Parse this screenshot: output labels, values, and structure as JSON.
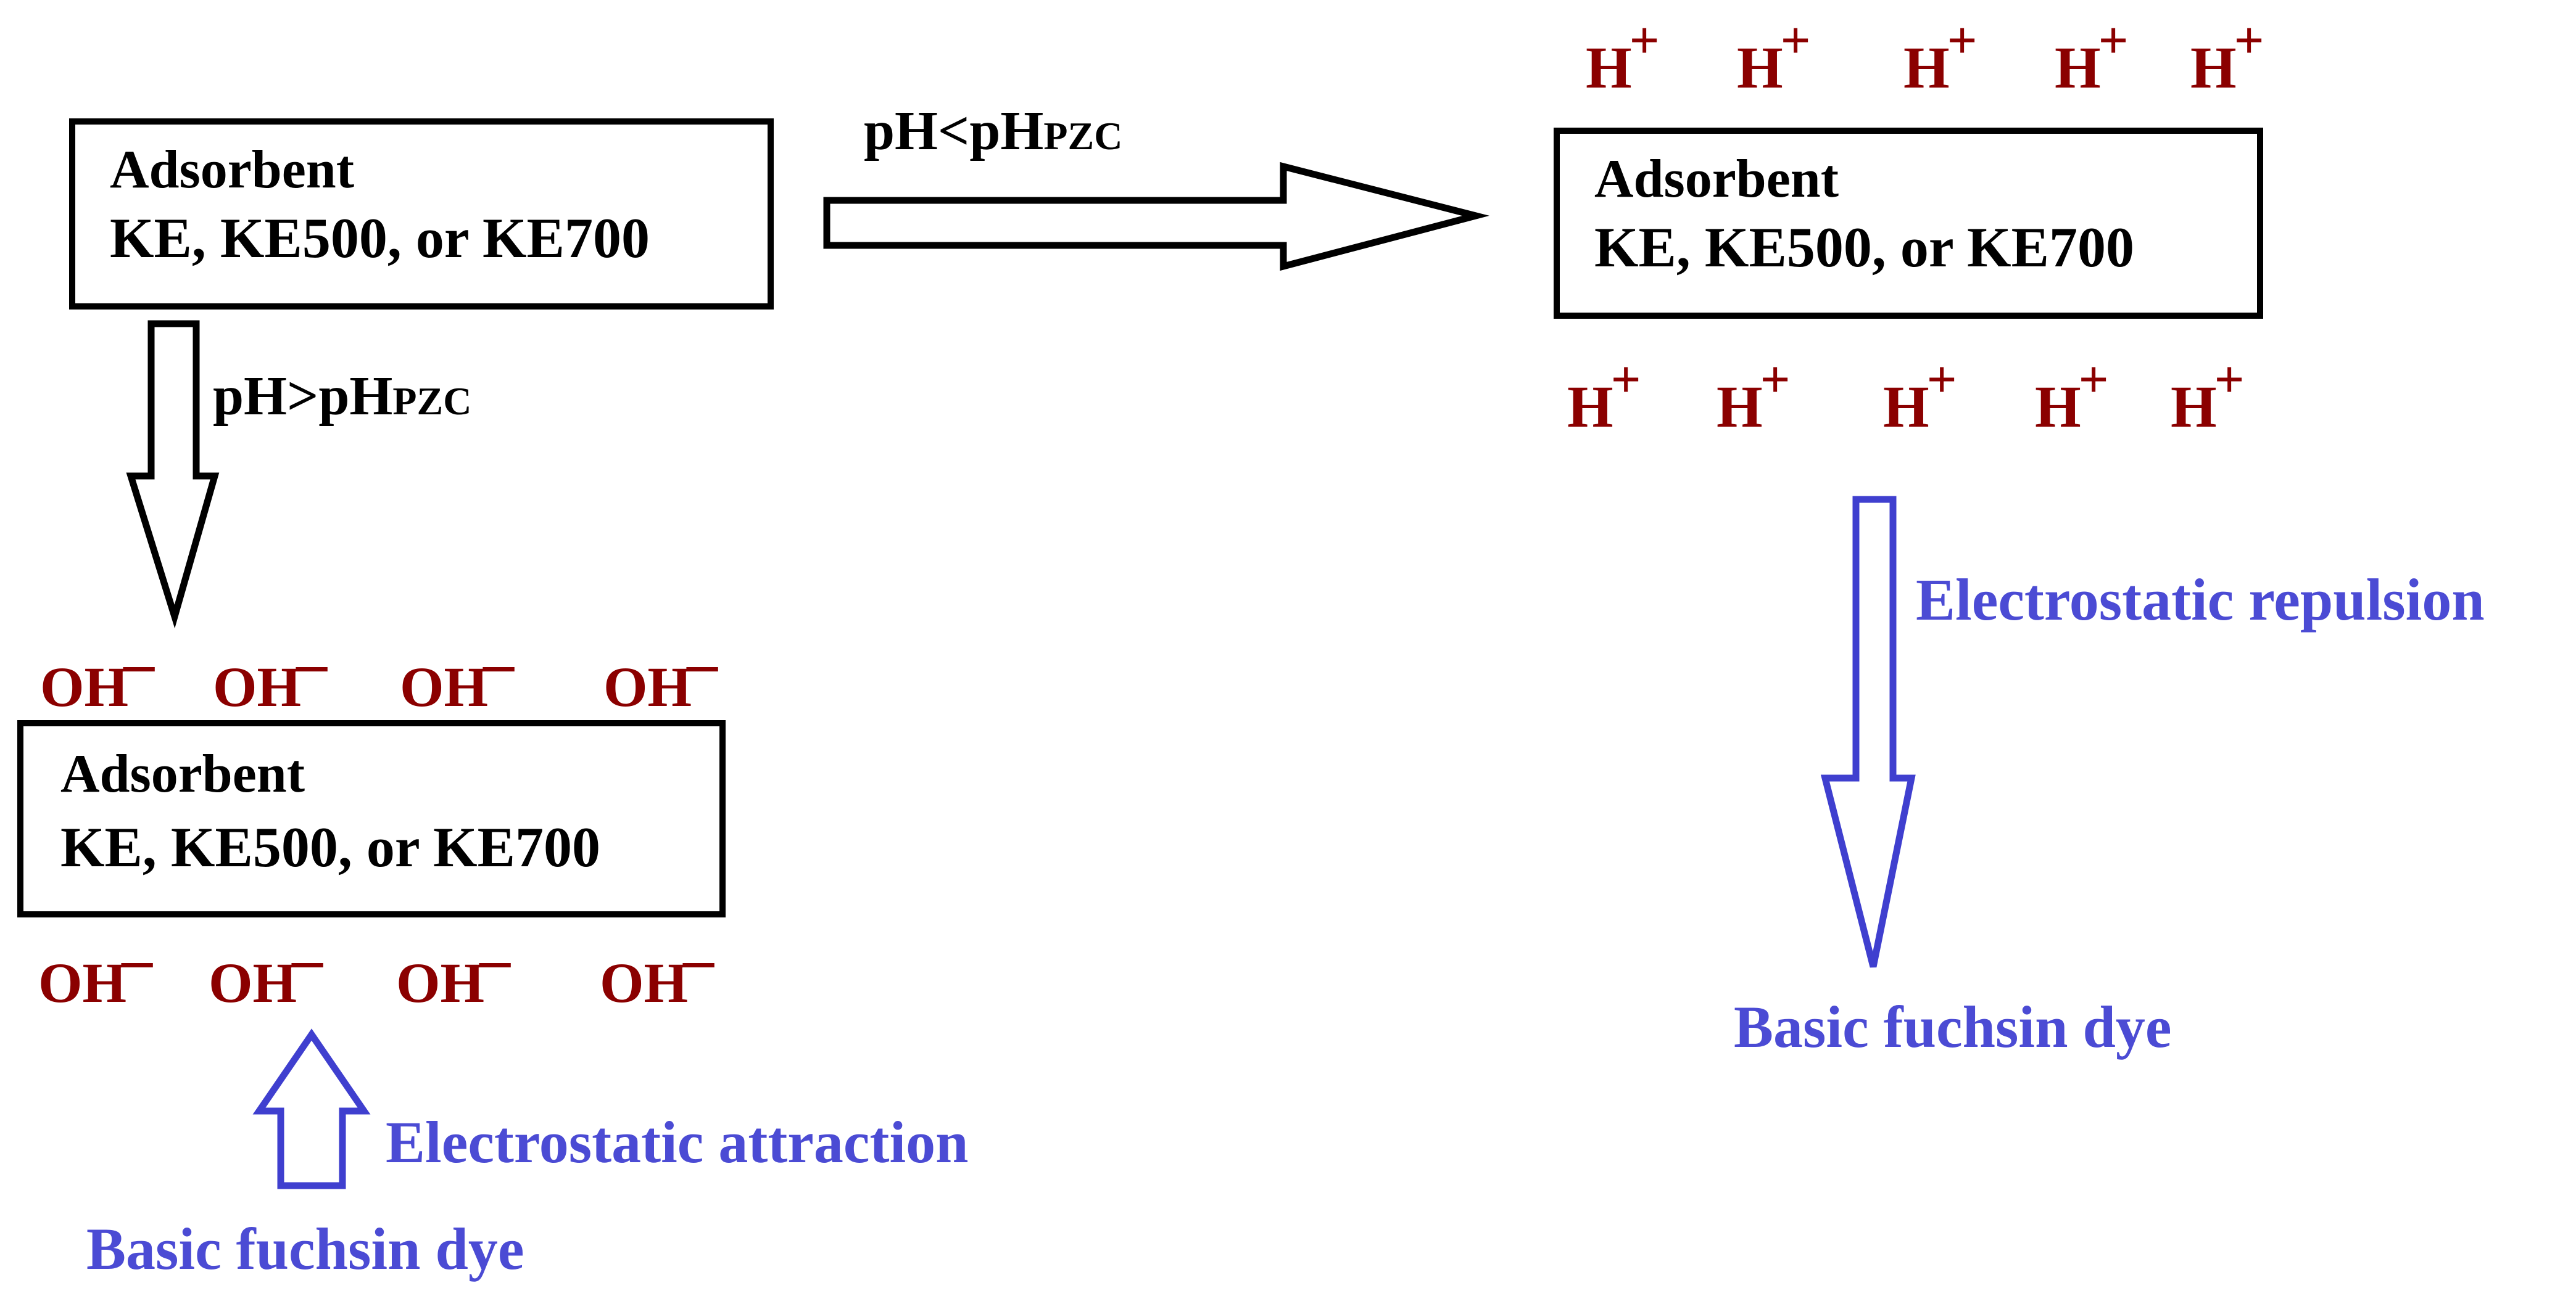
{
  "colors": {
    "box_border": "#000000",
    "ion_color": "#8b0000",
    "mechanism_color": "#4b4bd4",
    "arrow_black": "#000000",
    "arrow_blue": "#3f3fcf"
  },
  "adsorbent": {
    "title": "Adsorbent",
    "materials": "KE, KE500, or KE700"
  },
  "conditions": {
    "acidic": {
      "main": "pH<pH",
      "sub": "PZC"
    },
    "basic": {
      "main": "pH>pH",
      "sub": "PZC"
    }
  },
  "ions": {
    "hydroxide": {
      "base": "OH",
      "charge": "–"
    },
    "proton": {
      "base": "H",
      "charge": "+"
    }
  },
  "mechanisms": {
    "attraction": "Electrostatic attraction",
    "repulsion": "Electrostatic repulsion"
  },
  "dye": {
    "name": "Basic fuchsin dye"
  }
}
